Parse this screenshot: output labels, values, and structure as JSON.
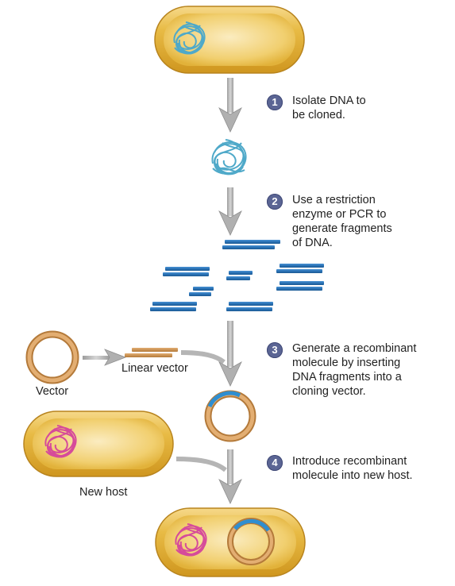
{
  "steps": [
    {
      "number": "1",
      "text": "Isolate DNA to\nbe cloned."
    },
    {
      "number": "2",
      "text": "Use a restriction\nenzyme or PCR to\ngenerate fragments\nof DNA."
    },
    {
      "number": "3",
      "text": "Generate a recombinant\nmolecule by inserting\nDNA fragments into a\ncloning vector."
    },
    {
      "number": "4",
      "text": "Introduce recombinant\nmolecule into new host."
    }
  ],
  "labels": {
    "vector": "Vector",
    "linear_vector": "Linear vector",
    "new_host": "New host"
  },
  "colors": {
    "cell_fill": "#e2b23a",
    "cell_outline": "#c08a20",
    "cell_highlight": "#f3d27a",
    "target_dna": "#4fa9c9",
    "host_dna": "#d64b9a",
    "dna_fragment": "#2a72b5",
    "vector": "#c98f4f",
    "arrow": "#bdbdbd",
    "step_badge": "#5b6594"
  }
}
